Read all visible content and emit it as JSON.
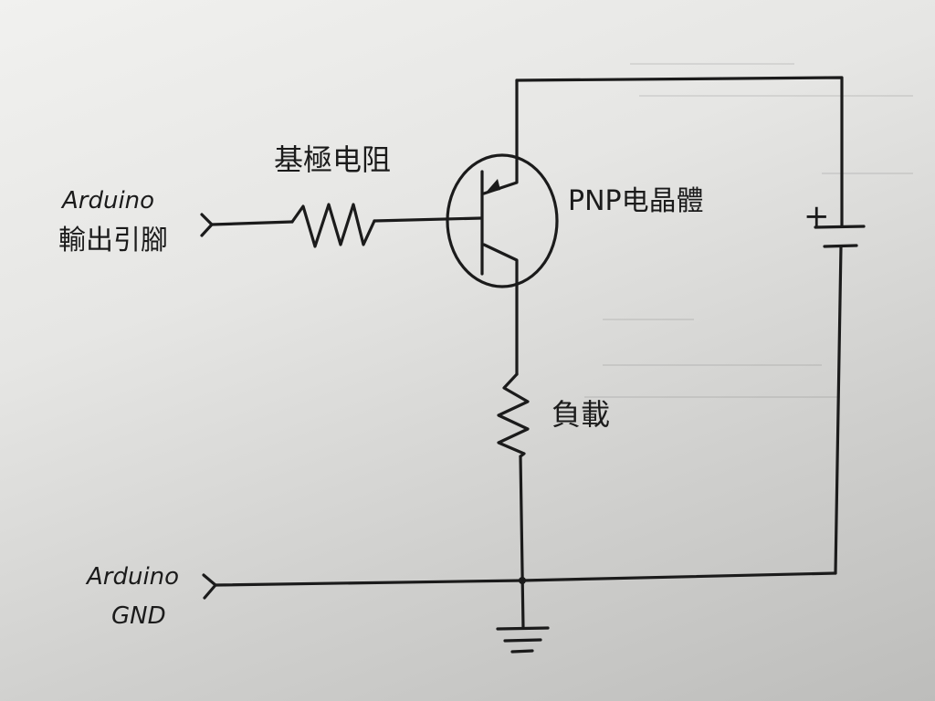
{
  "labels": {
    "arduino_output_1": "Arduino",
    "arduino_output_2": "輸出引腳",
    "base_resistor": "基極电阻",
    "transistor": "PNP电晶體",
    "load": "負載",
    "arduino_gnd_1": "Arduino",
    "arduino_gnd_2": "GND",
    "battery_plus": "+"
  }
}
